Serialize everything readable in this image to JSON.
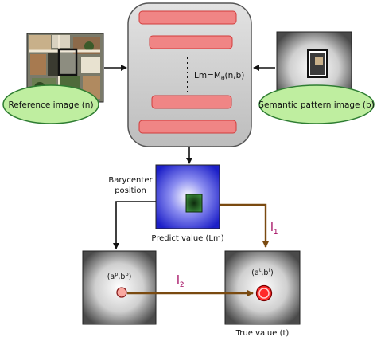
{
  "reference_label": "Reference image (n)",
  "semantic_label": "Semantic pattern image (b)",
  "model_formula": {
    "prefix": "Lm=M",
    "subscript": "θ",
    "suffix": "(n,b)"
  },
  "barycenter_label": {
    "line1": "Barycenter",
    "line2": "position"
  },
  "predict_label": "Predict value (Lm)",
  "true_label": "True value (t)",
  "l1_label": {
    "main": "l",
    "sub": "1"
  },
  "l2_label": {
    "main": "l",
    "sub": "2"
  },
  "pred_coord": {
    "open": "(a",
    "sup1": "p",
    "mid": ",b",
    "sup2": "p",
    "close": ")"
  },
  "true_coord": {
    "open": "(a",
    "sup1": "t",
    "mid": ",b",
    "sup2": "t",
    "close": ")"
  },
  "colors": {
    "ellipse_fill": "#bfeea0",
    "ellipse_stroke": "#2e7d32",
    "bar_fill": "#f08585",
    "bar_stroke": "#d23b3b",
    "model_box": "#d0d0d0",
    "arrow_black": "#111111",
    "arrow_brown": "#7a4a10",
    "predict_blue": "#2f34d6",
    "predict_center": "#2d6b2d",
    "true_point": "#ff2b2b",
    "pred_point": "#f9a8a0",
    "label_purple": "#a0005a"
  },
  "icons": [
    "aerial-photo",
    "semantic-pattern",
    "predict-heatmap",
    "pred-heatmap",
    "true-heatmap"
  ]
}
